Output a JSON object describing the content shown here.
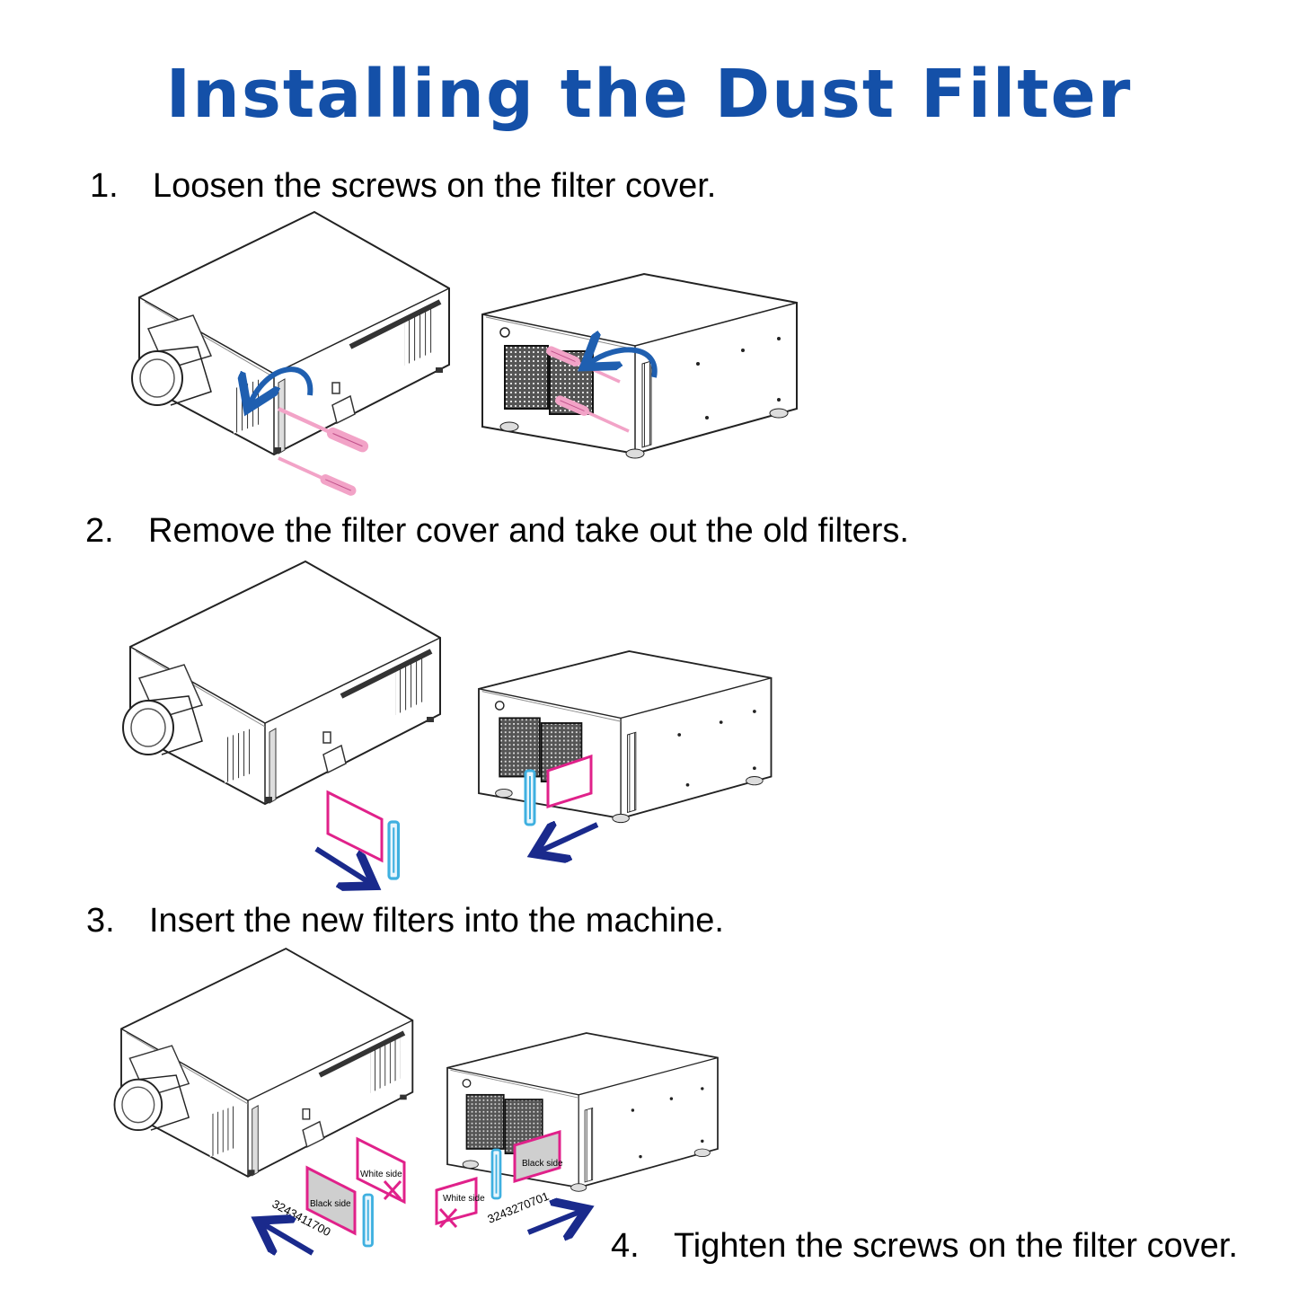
{
  "title": "Installing the Dust Filter",
  "steps": [
    {
      "num": "1.",
      "text": "Loosen the screws on the filter cover."
    },
    {
      "num": "2.",
      "text": "Remove the filter cover and take out the old filters."
    },
    {
      "num": "3.",
      "text": "Insert the new filters into the machine."
    },
    {
      "num": "4.",
      "text": "Tighten the screws on the filter cover."
    }
  ],
  "labels": {
    "white_side": "White side",
    "black_side": "Black side",
    "part_left": "3243411700",
    "part_right": "3243270701"
  },
  "colors": {
    "title": "#1450a8",
    "arrow_dark": "#1a2a8c",
    "arrow_rotate": "#1f5fb0",
    "filter_pink": "#e0218a",
    "screwdriver": "#f2a3c7",
    "cover_blue": "#3fb0e0"
  }
}
